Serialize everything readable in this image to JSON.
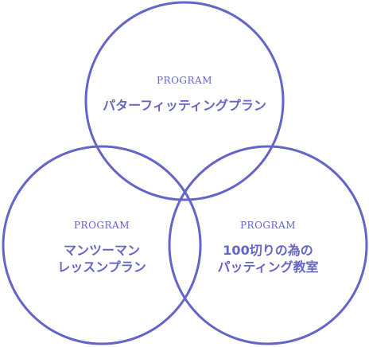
{
  "colors": {
    "accent": "#6465c8",
    "background": "#ffffff"
  },
  "programs": [
    {
      "kicker": "PROGRAM",
      "title": "パターフィッティングプラン"
    },
    {
      "kicker": "PROGRAM",
      "title_line1": "マンツーマン",
      "title_line2": "レッスンプラン"
    },
    {
      "kicker": "PROGRAM",
      "title_line1": "100切りの為の",
      "title_line2": "パッティング教室"
    }
  ]
}
